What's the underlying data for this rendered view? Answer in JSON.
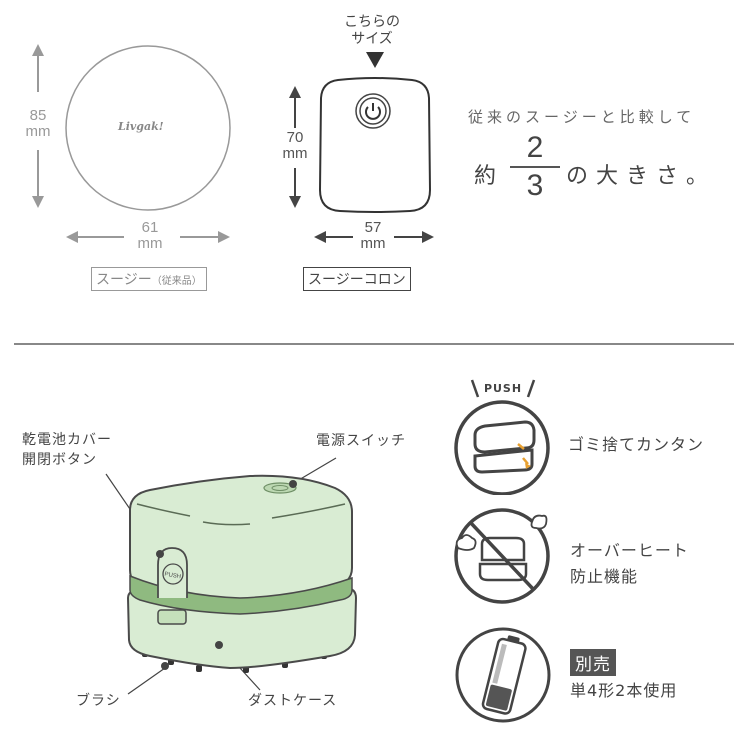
{
  "comparison": {
    "old_model": {
      "brand": "Livgak!",
      "height_value": "85",
      "width_value": "61",
      "unit": "mm",
      "label": "スージー",
      "label_note": "（従来品）"
    },
    "new_model": {
      "pointer_text_line1": "こちらの",
      "pointer_text_line2": "サイズ",
      "height_value": "70",
      "width_value": "57",
      "unit": "mm",
      "label": "スージーコロン"
    },
    "headline": {
      "subtitle": "従来のスージーと比較して",
      "prefix": "約",
      "numerator": "2",
      "denominator": "3",
      "suffix": "の大きさ。"
    }
  },
  "product": {
    "callouts": {
      "battery_cover_line1": "乾電池カバー",
      "battery_cover_line2": "開閉ボタン",
      "power_switch": "電源スイッチ",
      "brush": "ブラシ",
      "dust_case": "ダストケース",
      "push_label": "PUSH"
    },
    "colors": {
      "body": "#d9ecd3",
      "band": "#8fba80",
      "outline": "#4a4a4a"
    }
  },
  "features": [
    {
      "icon": "push-dust-case-icon",
      "icon_label": "PUSH",
      "line1": "ゴミ捨てカンタン",
      "line2": ""
    },
    {
      "icon": "no-overheat-icon",
      "line1": "オーバーヒート",
      "line2": "防止機能"
    },
    {
      "icon": "battery-icon",
      "badge": "別売",
      "line1": "単4形2本使用"
    }
  ]
}
